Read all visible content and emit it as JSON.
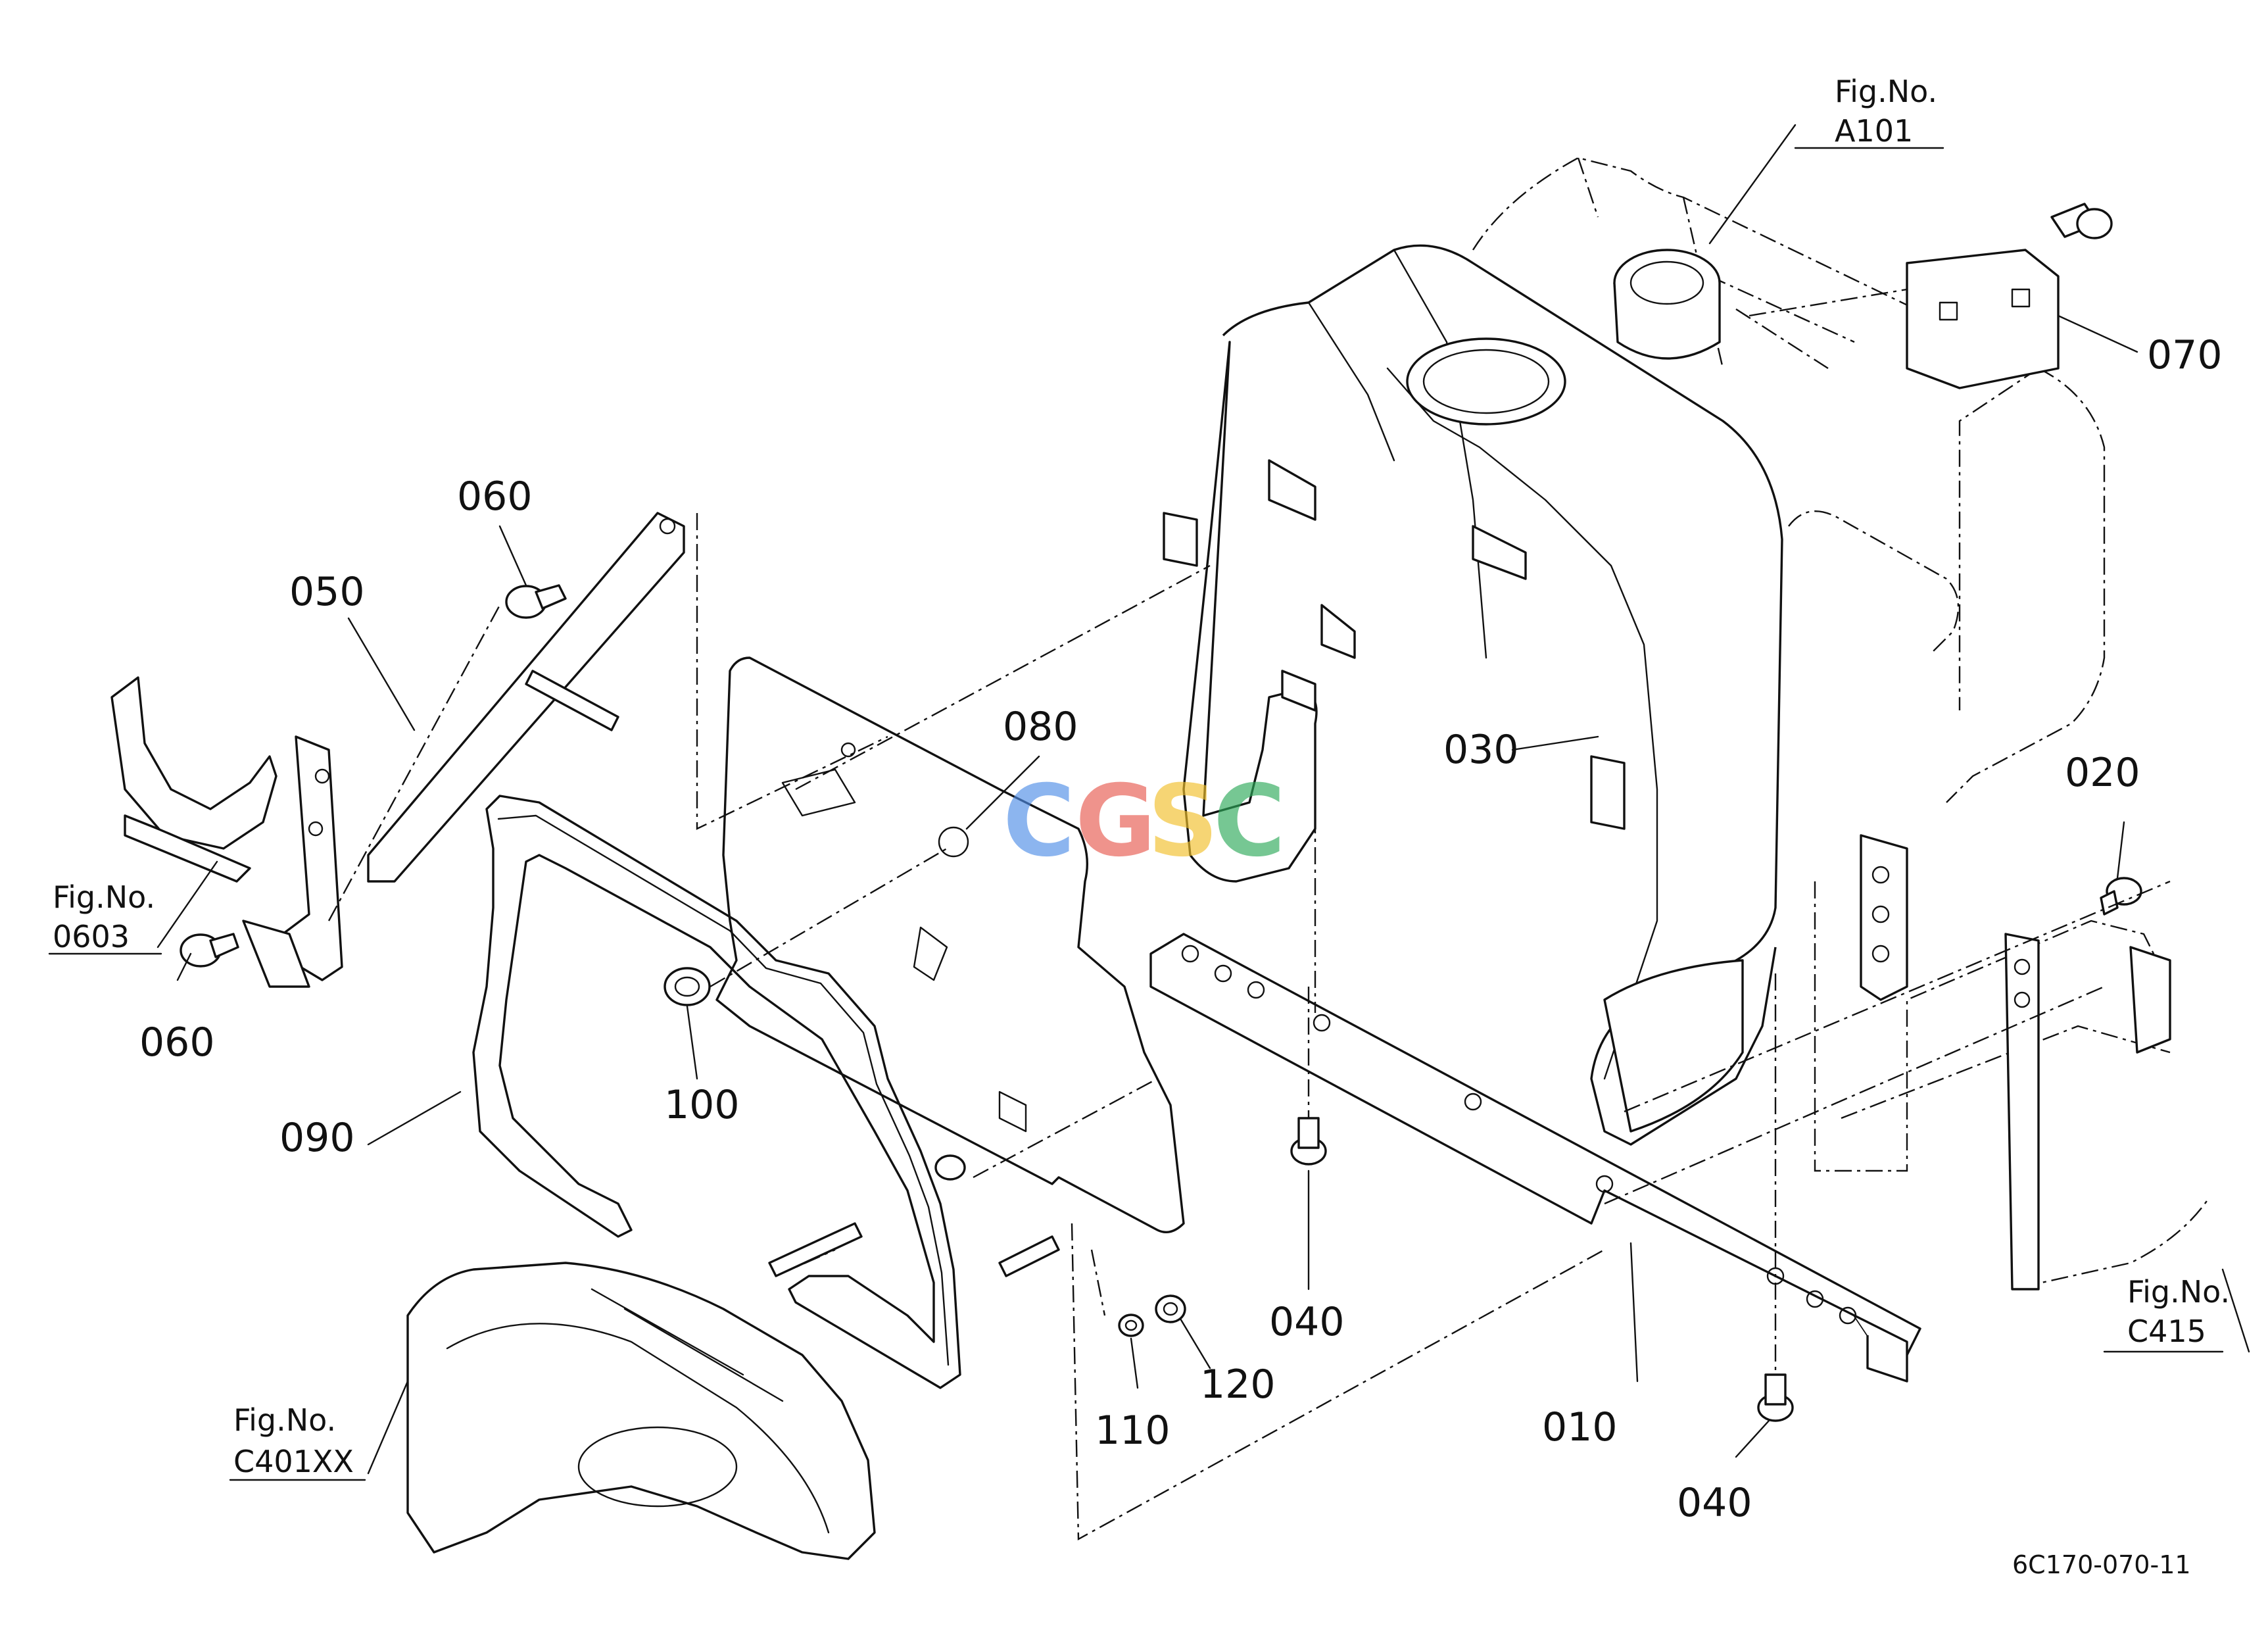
{
  "parts": {
    "p010": "010",
    "p020": "020",
    "p030": "030",
    "p040a": "040",
    "p040b": "040",
    "p050": "050",
    "p060a": "060",
    "p060b": "060",
    "p070": "070",
    "p080": "080",
    "p090": "090",
    "p100": "100",
    "p110": "110",
    "p120": "120"
  },
  "figrefs": {
    "a101": {
      "line1": "Fig.No.",
      "line2": "A101"
    },
    "f0603": {
      "line1": "Fig.No.",
      "line2": "0603"
    },
    "c415": {
      "line1": "Fig.No.",
      "line2": "C415"
    },
    "c401xx": {
      "line1": "Fig.No.",
      "line2": "C401XX"
    }
  },
  "diagram_code": "6C170-070-11",
  "watermark": {
    "letters": [
      "C",
      "G",
      "S",
      "C"
    ],
    "colors": [
      "#4f8ee8",
      "#e85a50",
      "#f2c02a",
      "#2eaa5a"
    ]
  }
}
